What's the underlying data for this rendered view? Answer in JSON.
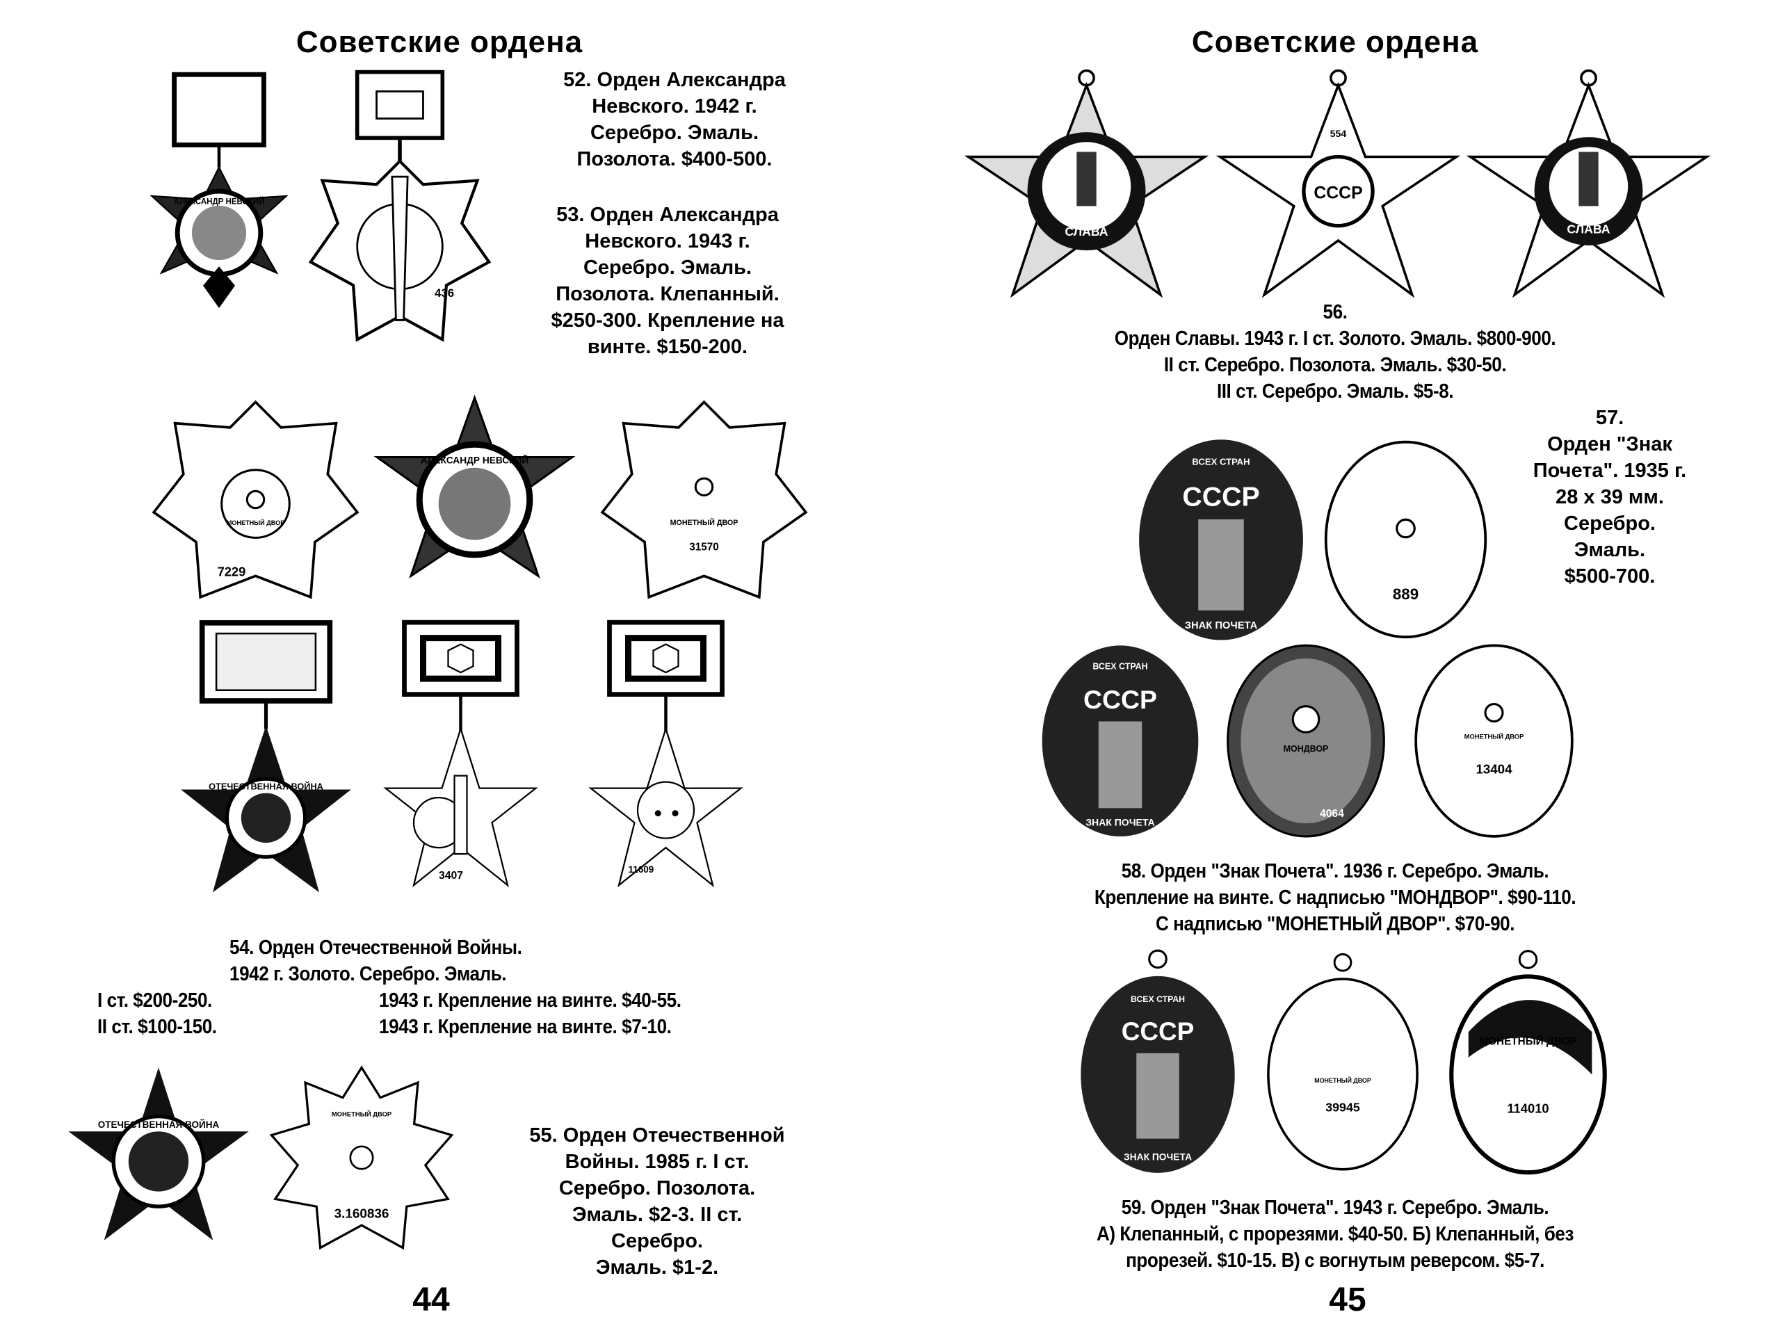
{
  "left_page": {
    "title": "Советские ордена",
    "item52": [
      "52. Орден Александра",
      "Невского. 1942  г.",
      "Серебро. Эмаль.",
      "Позолота. $400-500."
    ],
    "item53": [
      "53. Орден Александра",
      "Невского. 1943  г.",
      "Серебро. Эмаль.",
      "Позолота. Клепанный.",
      "$250-300. Крепление на",
      "винте. $150-200."
    ],
    "item54": {
      "lines": [
        "54. Орден Отечественной Войны.",
        "1942  г. Золото. Серебро. Эмаль."
      ],
      "left": [
        "I ст. $200-250.",
        "II ст. $100-150."
      ],
      "right": [
        "1943 г. Крепление на винте. $40-55.",
        "1943 г. Крепление на винте. $7-10."
      ]
    },
    "item55": [
      "55. Орден Отечественной",
      "Войны. 1985  г. I ст.",
      "Серебро. Позолота.",
      "Эмаль. $2-3.  II ст.",
      "Серебро.",
      "Эмаль. $1-2."
    ],
    "page_number": "44",
    "medal_marks": {
      "nevsky": "АЛЕКСАНДР НЕВСКИЙ",
      "serial_436": "436",
      "serial_7229": "7229",
      "serial_31570": "31570",
      "mint": "МОНЕТНЫЙ ДВОР",
      "war": "ОТЕЧЕСТВЕННАЯ ВОЙНА",
      "serial_3407": "3407",
      "serial_11609": "11609",
      "serial_3160836": "3.160836"
    }
  },
  "right_page": {
    "title": "Советские ордена",
    "item56": [
      "56.",
      "Орден Славы. 1943  г. I ст. Золото. Эмаль. $800-900.",
      "II ст. Серебро. Позолота. Эмаль. $30-50.",
      "III ст. Серебро. Эмаль. $5-8."
    ],
    "item57": [
      "57.",
      "Орден \"Знак",
      "Почета\". 1935 г.",
      "28 х 39 мм.",
      "Серебро.",
      "Эмаль.",
      "$500-700."
    ],
    "item58": [
      "58. Орден \"Знак Почета\". 1936  г. Серебро. Эмаль.",
      "Крепление на винте. С надписью \"МОНДВОР\". $90-110.",
      "С надписью \"МОНЕТНЫЙ ДВОР\". $70-90."
    ],
    "item59": [
      "59. Орден \"Знак Почета\". 1943  г. Серебро. Эмаль.",
      "А) Клепанный, с прорезями. $40-50.  Б) Клепанный, без",
      "прорезей. $10-15.  В) с вогнутым реверсом. $5-7."
    ],
    "page_number": "45",
    "medal_marks": {
      "slava": "СЛАВА",
      "ussr": "СССР",
      "serial_554": "554",
      "badge_top": "ВСЕХ СТРАН",
      "badge_bottom": "ЗНАК ПОЧЕТА",
      "serial_889": "889",
      "mondvor": "МОНДВОР",
      "serial_4064": "4064",
      "mint": "МОНЕТНЫЙ ДВОР",
      "serial_13404": "13404",
      "serial_39945": "39945",
      "serial_114010": "114010"
    }
  }
}
